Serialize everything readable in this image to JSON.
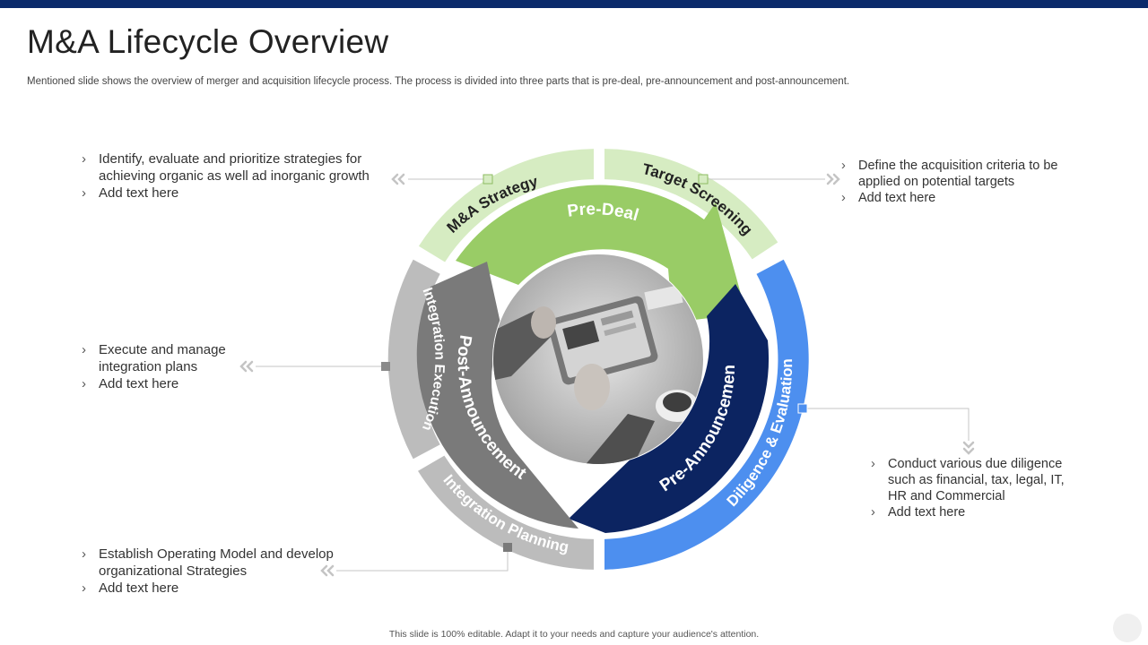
{
  "slide": {
    "title": "M&A Lifecycle Overview",
    "subtitle": "Mentioned slide shows the overview of merger and acquisition lifecycle process. The process is divided into three parts that is pre-deal, pre-announcement and post-announcement.",
    "footer": "This slide is 100% editable. Adapt it to your needs and capture your audience's attention."
  },
  "phases": {
    "pre_deal": "Pre-Deal",
    "pre_announcement": "Pre-Announcement",
    "post_announcement": "Post-Announcement"
  },
  "stages": {
    "ma_strategy": "M&A Strategy",
    "target_screening": "Target Screening",
    "diligence_evaluation": "Diligence & Evaluation",
    "integration_planning": "Integration Planning",
    "integration_execution": "Integration Execution"
  },
  "notes": {
    "ma_strategy": [
      "Identify, evaluate and prioritize strategies for achieving organic as well ad inorganic growth",
      "Add text here"
    ],
    "target_screening": [
      "Define the acquisition criteria to be applied on potential targets",
      "Add text here"
    ],
    "integration_execution": [
      "Execute and manage integration plans",
      "Add text here"
    ],
    "diligence_evaluation": [
      "Conduct various due diligence such as financial, tax, legal, IT, HR and Commercial",
      "Add text here"
    ],
    "integration_planning": [
      "Establish Operating Model and develop organizational Strategies",
      "Add text here"
    ]
  },
  "colors": {
    "header_bar": "#0a2a6b",
    "pre_deal_green": "#99cc66",
    "light_green": "#d6ecc2",
    "navy": "#0c2461",
    "blue": "#4d8fef",
    "dark_gray": "#7a7a7a",
    "light_gray": "#bcbcbc"
  },
  "photo": {
    "icon": "tablet-photo"
  }
}
